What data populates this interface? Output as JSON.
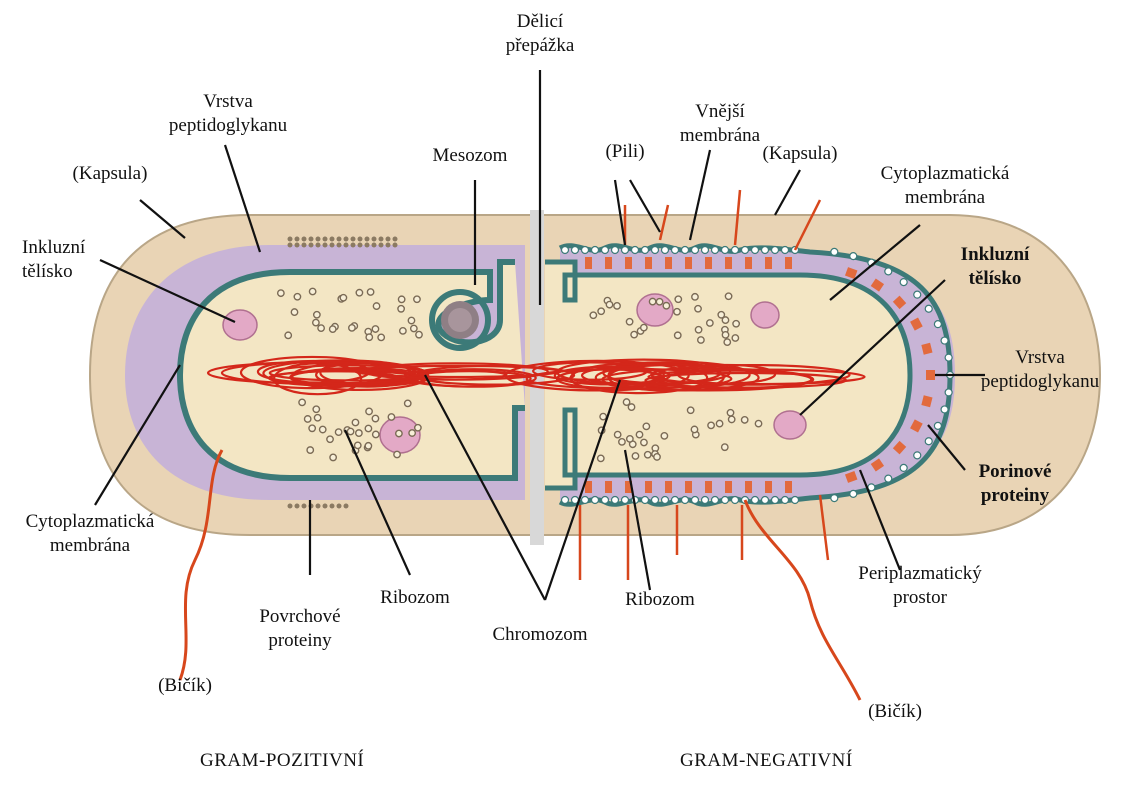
{
  "colors": {
    "capsule": "#e9d4b5",
    "periplasm": "#c8b4d6",
    "membrane": "#3c7a78",
    "cytoplasm": "#f3e6c4",
    "chromosome": "#d4271a",
    "flagellum": "#d7471c",
    "ribosome": "#7a6a55",
    "inclusion": "#e3a9c6",
    "septum": "#d8d8d8"
  },
  "labels": {
    "septum_line1": "Dělicí",
    "septum_line2": "přepážka",
    "peptidoglycan_left_line1": "Vrstva",
    "peptidoglycan_left_line2": "peptidoglykanu",
    "capsule_left": "(Kapsula)",
    "inclusion_left_line1": "Inkluzní",
    "inclusion_left_line2": "tělísko",
    "mesosome": "Mesozom",
    "cytoplasmic_membrane_left_line1": "Cytoplazmatická",
    "cytoplasmic_membrane_left_line2": "membrána",
    "flagellum_left": "(Bičík)",
    "surface_proteins_line1": "Povrchové",
    "surface_proteins_line2": "proteiny",
    "ribosome_left": "Ribozom",
    "chromosome": "Chromozom",
    "pili": "(Pili)",
    "outer_membrane_line1": "Vnější",
    "outer_membrane_line2": "membrána",
    "capsule_right": "(Kapsula)",
    "cytoplasmic_membrane_right_line1": "Cytoplazmatická",
    "cytoplasmic_membrane_right_line2": "membrána",
    "inclusion_right_line1": "Inkluzní",
    "inclusion_right_line2": "tělísko",
    "peptidoglycan_right_line1": "Vrstva",
    "peptidoglycan_right_line2": "peptidoglykanu",
    "porin_line1": "Porinové",
    "porin_line2": "proteiny",
    "periplasmic_line1": "Periplazmatický",
    "periplasmic_line2": "prostor",
    "ribosome_right": "Ribozom",
    "flagellum_right": "(Bičík)"
  },
  "captions": {
    "gram_positive": "GRAM-POZITIVNÍ",
    "gram_negative": "GRAM-NEGATIVNÍ"
  }
}
